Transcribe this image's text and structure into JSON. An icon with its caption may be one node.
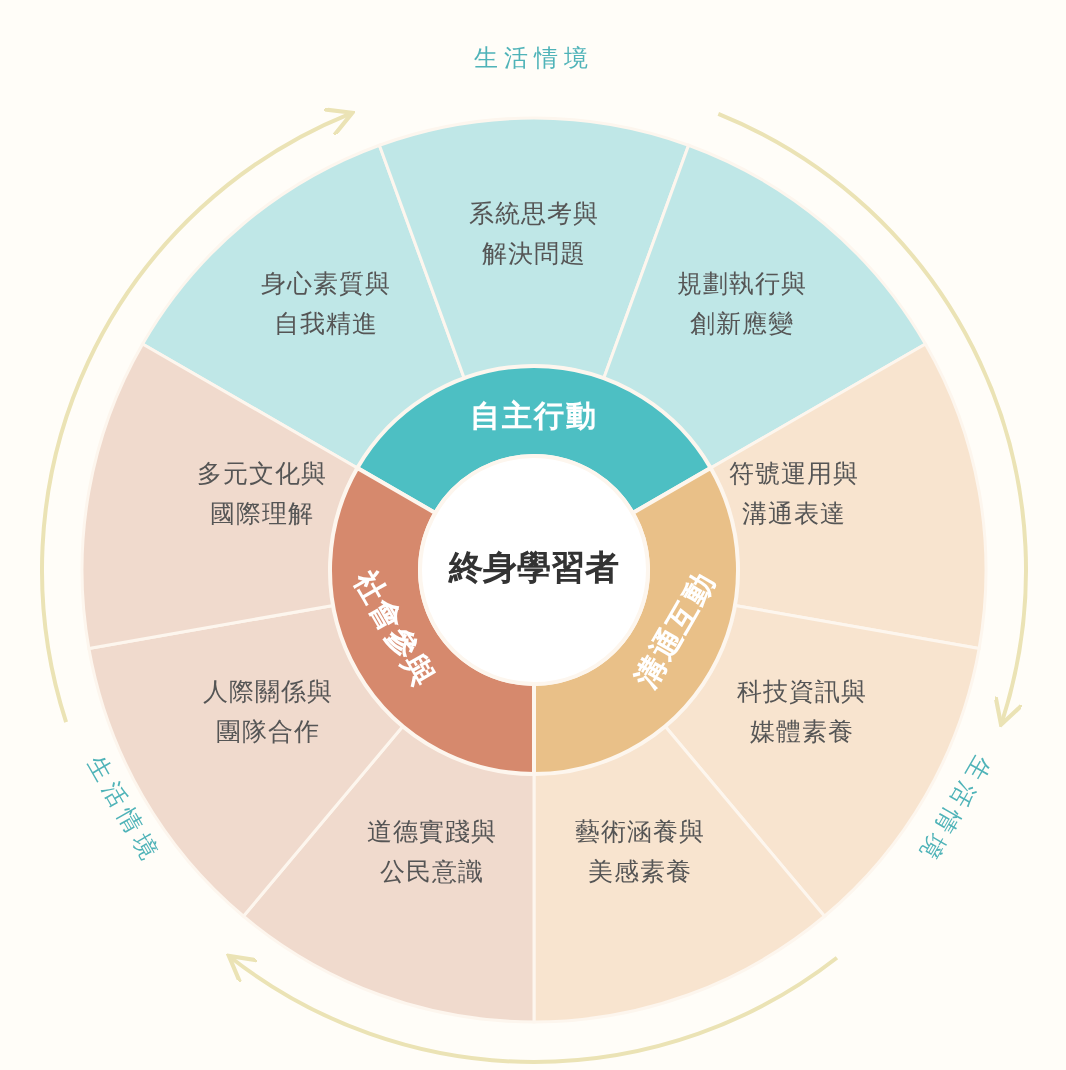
{
  "diagram": {
    "nodes": [
      {
        "text": [
          "終身學習者"
        ]
      },
      {
        "text": [
          "自主行動"
        ]
      },
      {
        "text": [
          "溝通互動"
        ]
      },
      {
        "text": [
          "社會參與"
        ]
      },
      {
        "text": [
          "身心素質與自我精進"
        ]
      },
      {
        "text": [
          "系統思考與解決問題"
        ]
      },
      {
        "text": [
          "規劃執行與創新應變"
        ]
      },
      {
        "text": [
          "符號運用與溝通表達"
        ]
      },
      {
        "text": [
          "科技資訊與媒體素養"
        ]
      },
      {
        "text": [
          "藝術涵養與美感素養"
        ]
      },
      {
        "text": [
          "道德實踐與公民意識"
        ]
      },
      {
        "text": [
          "人際關係與團隊合作"
        ]
      },
      {
        "text": [
          "多元文化與國際理解"
        ]
      }
    ],
    "labels": [
      "生活情境",
      "生活情境",
      "生活情境"
    ]
  }
}
